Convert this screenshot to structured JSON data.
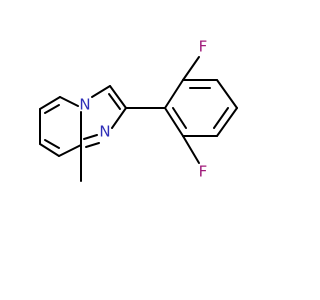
{
  "molecule": {
    "atoms": {
      "n_bridge": {
        "label": "N",
        "color": "#2f2fb8"
      },
      "n_imine": {
        "label": "N",
        "color": "#2f2fb8"
      },
      "f_top": {
        "label": "F",
        "color": "#a01b7a"
      },
      "f_bottom": {
        "label": "F",
        "color": "#a01b7a"
      }
    },
    "colors": {
      "bond": "#000000",
      "background": "#ffffff"
    }
  }
}
